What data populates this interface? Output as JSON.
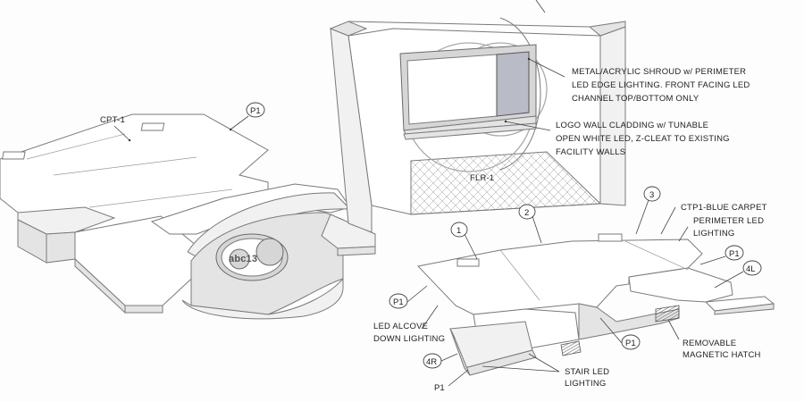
{
  "callouts": {
    "shroud": [
      "METAL/ACRYLIC SHROUD w/ PERIMETER",
      "LED EDGE LIGHTING. FRONT FACING LED",
      "CHANNEL TOP/BOTTOM ONLY"
    ],
    "logo_wall": [
      "LOGO WALL CLADDING w/ TUNABLE",
      "OPEN WHITE LED, Z-CLEAT TO EXISTING",
      "FACILITY WALLS"
    ],
    "floor": "FLR-1",
    "carpet_left": "CPT-1",
    "paint_left": "P1",
    "ctp1": "CTP1-BLUE CARPET",
    "perimeter_led": [
      "PERIMETER LED",
      "LIGHTING"
    ],
    "led_alcove": [
      "LED ALCOVE",
      "DOWN LIGHTING"
    ],
    "removable_hatch": [
      "REMOVABLE",
      "MAGNETIC HATCH"
    ],
    "stair_led": [
      "STAIR LED",
      "LIGHTING"
    ],
    "p1_a": "P1",
    "p1_b": "P1",
    "p1_c": "P1",
    "p1_d": "P1",
    "tag_4r": "4R",
    "tag_4l": "4L",
    "num_1": "1",
    "num_2": "2",
    "num_3": "3"
  },
  "logo": "abc13"
}
